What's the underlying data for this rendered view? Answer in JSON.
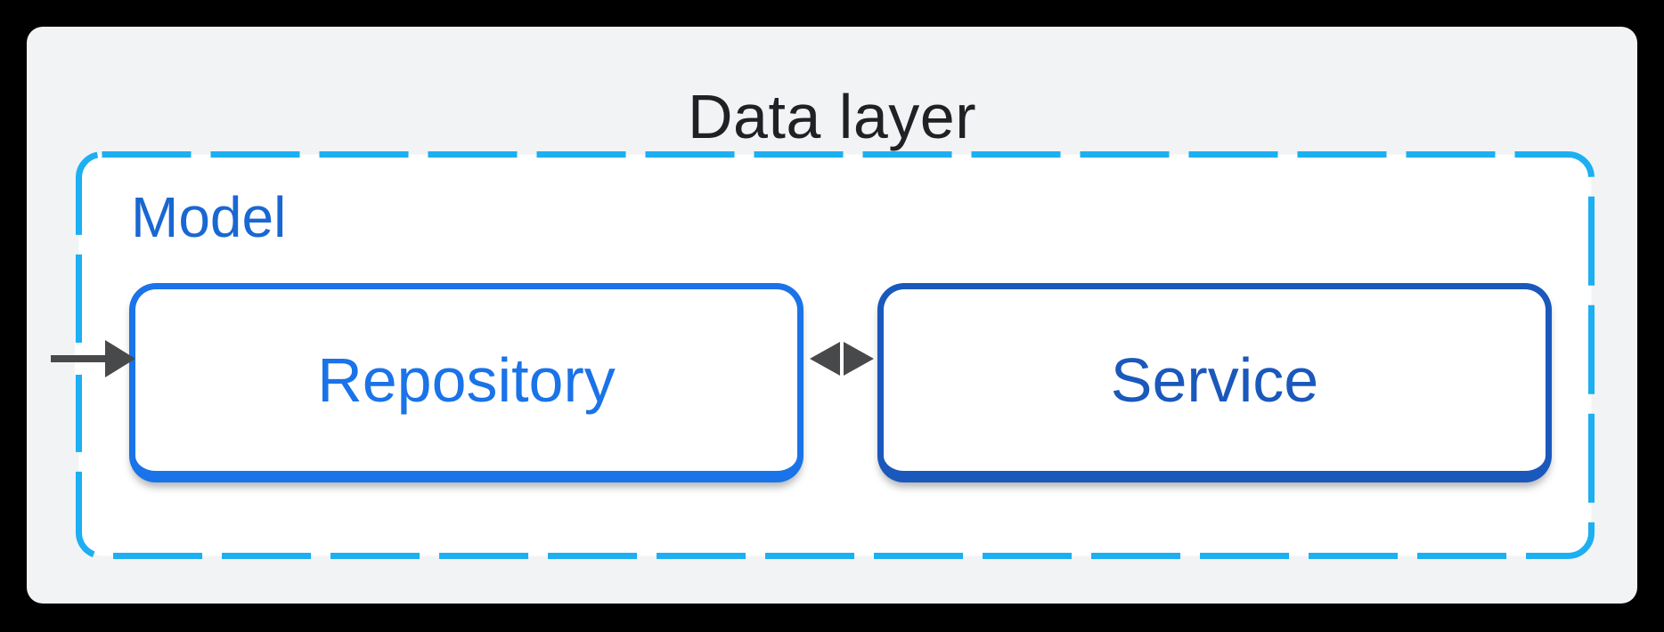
{
  "diagram": {
    "title": "Data layer",
    "group": {
      "label": "Model",
      "border_style": "dashed",
      "border_color": "#1CAFF2",
      "background": "#FFFFFF"
    },
    "nodes": [
      {
        "id": "repository",
        "label": "Repository",
        "accent_color": "#1A73E8"
      },
      {
        "id": "service",
        "label": "Service",
        "accent_color": "#1A58BC"
      }
    ],
    "connections": [
      {
        "from": "external",
        "to": "repository",
        "direction": "unidirectional",
        "icon": "arrow-right-icon",
        "color": "#48494B"
      },
      {
        "from": "repository",
        "to": "service",
        "direction": "bidirectional",
        "icon": "arrow-bidirectional-icon",
        "color": "#48494B"
      }
    ],
    "colors": {
      "canvas_background": "#000000",
      "card_background": "#F1F3F4",
      "title_text": "#202124",
      "model_label_text": "#1967D2"
    }
  }
}
